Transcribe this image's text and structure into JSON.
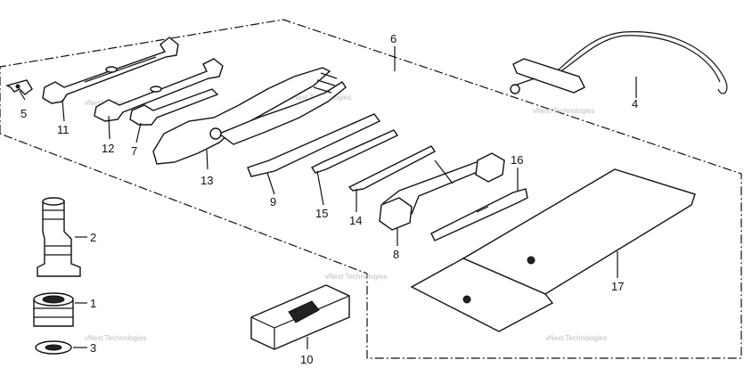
{
  "labels": {
    "p1": "1",
    "p2": "2",
    "p3": "3",
    "p4": "4",
    "p5": "5",
    "p6": "6",
    "p7": "7",
    "p8": "8",
    "p9": "9",
    "p10": "10",
    "p11": "11",
    "p12": "12",
    "p13": "13",
    "p14": "14",
    "p15": "15",
    "p16": "16",
    "p17": "17"
  },
  "watermark": "vNext Technologies"
}
